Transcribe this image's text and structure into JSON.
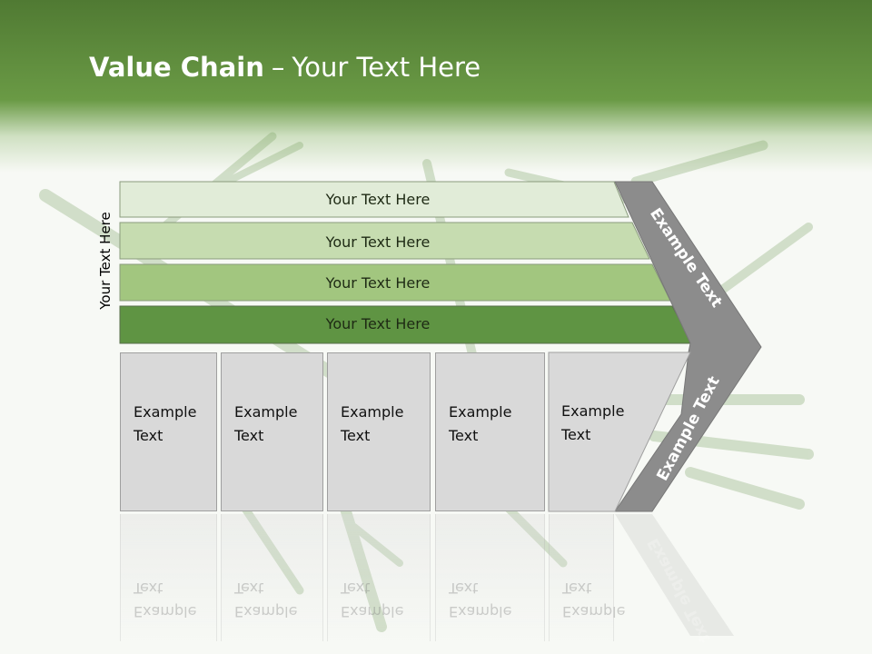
{
  "slide": {
    "title_bold": "Value Chain",
    "title_separator": "–",
    "title_rest": "Your Text Here",
    "side_label": "Your Text Here"
  },
  "bars": [
    {
      "label": "Your Text Here",
      "color": "#e1ecd8"
    },
    {
      "label": "Your Text Here",
      "color": "#c6dcb0"
    },
    {
      "label": "Your Text Here",
      "color": "#a2c67f"
    },
    {
      "label": "Your Text Here",
      "color": "#5f9443"
    }
  ],
  "boxes": [
    {
      "label": "Example\nText"
    },
    {
      "label": "Example\nText"
    },
    {
      "label": "Example\nText"
    },
    {
      "label": "Example\nText"
    },
    {
      "label": "Example\nText"
    }
  ],
  "chevron": {
    "upper_label": "Example Text",
    "lower_label": "Example Text",
    "color": "#8c8c8c"
  },
  "colors": {
    "header_green": "#5d8b3b",
    "box_fill": "#d9d9d9"
  }
}
